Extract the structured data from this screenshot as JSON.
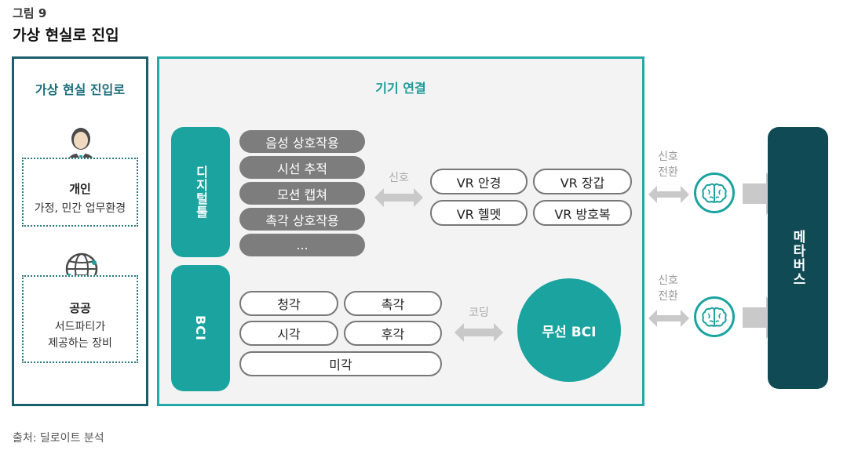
{
  "figure": {
    "label": "그림 9",
    "title": "가상 현실로 진입",
    "source": "출처: 딜로이트 분석"
  },
  "left_panel": {
    "title": "가상 현실 진입로",
    "groups": [
      {
        "title": "개인",
        "desc": "가정, 민간 업무환경",
        "icon": "person-icon"
      },
      {
        "title": "공공",
        "desc_lines": [
          "서드파티가",
          "제공하는 장비"
        ],
        "icon": "globe-icon"
      }
    ]
  },
  "main_panel": {
    "title": "기기 연결",
    "digital_tools": {
      "label": "디지털툴",
      "items": [
        "음성 상호작용",
        "시선 추적",
        "모션 캡쳐",
        "촉각 상호작용",
        "..."
      ],
      "arrow_label": "신호",
      "devices": [
        "VR 안경",
        "VR 장갑",
        "VR 헬멧",
        "VR 방호복"
      ]
    },
    "bci": {
      "label": "BCI",
      "senses": [
        "청각",
        "촉각",
        "시각",
        "후각",
        "미각"
      ],
      "arrow_label": "코딩",
      "wireless": "무선 BCI"
    }
  },
  "signal_conversion": {
    "label_top": "신호",
    "label_bottom": "전환",
    "icon": "brain-icon"
  },
  "metaverse": {
    "label": "메타버스"
  },
  "colors": {
    "teal": "#1aa39f",
    "dark_teal": "#0f4a55",
    "gray_pill": "#7d7d7d",
    "arrow_gray": "#c9c9c9"
  }
}
